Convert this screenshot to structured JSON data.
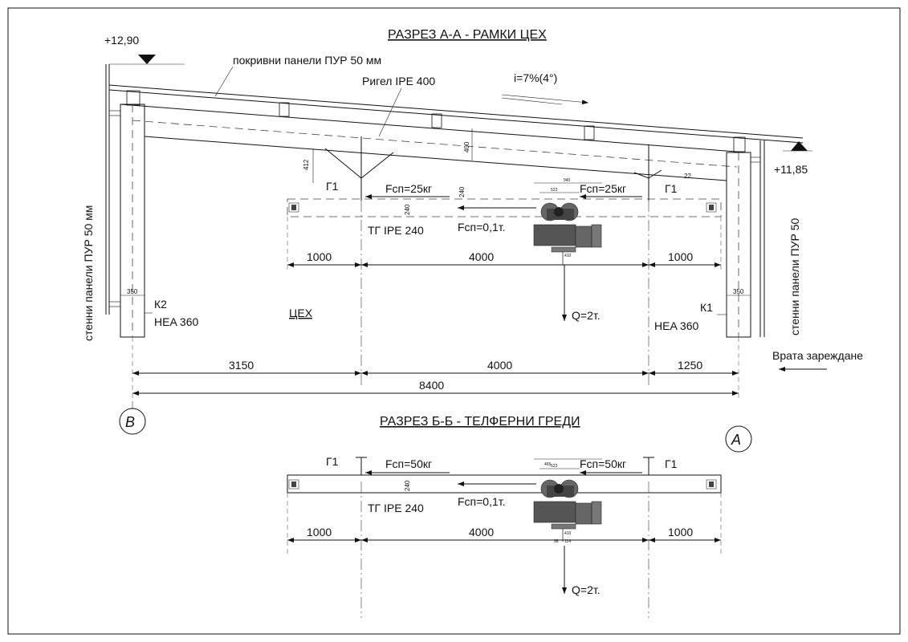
{
  "section_aa": {
    "title": "РАЗРЕЗ А-А  -  РАМКИ ЦЕХ",
    "level_left": "+12,90",
    "level_right": "+11,85",
    "roof_panels": "покривни панели ПУР 50 мм",
    "rafter": "Ригел  IPE 400",
    "slope": "i=7%(4°)",
    "wall_left": "стенни панели ПУР 50 мм",
    "wall_right": "стенни панели ПУР 50",
    "g1_left": "Г1",
    "g1_right": "Г1",
    "force_left": "Fсп=25кг",
    "force_right": "Fсп=25кг",
    "force_trolley": "Fсп=0,1т.",
    "beam": "ТГ IPE 240",
    "load": "Q=2т.",
    "col_left_mark": "К2",
    "col_left_profile": "HEA 360",
    "col_right_mark": "К1",
    "col_right_profile": "HEA 360",
    "hall": "ЦЕХ",
    "dim_beam": [
      "1000",
      "4000",
      "1000"
    ],
    "dim_main": [
      "3150",
      "4000",
      "1250"
    ],
    "dim_total": "8400",
    "gate": "Врата зареждане",
    "axis_left": "В",
    "axis_right": "А",
    "small_dims": {
      "d412": "412",
      "d400": "400",
      "d240a": "240",
      "d240b": "240",
      "d350a": "350",
      "d350b": "350",
      "d22": "22"
    }
  },
  "section_bb": {
    "title": "РАЗРЕЗ Б-Б  -  ТЕЛФЕРНИ ГРЕДИ",
    "g1_left": "Г1",
    "g1_right": "Г1",
    "force_left": "Fсп=50кг",
    "force_right": "Fсп=50кг",
    "force_trolley": "Fсп=0,1т.",
    "beam": "ТГ IPE 240",
    "load": "Q=2т.",
    "dim_beam": [
      "1000",
      "4000",
      "1000"
    ],
    "d240": "240"
  },
  "hoist": {
    "d940": "940",
    "d465": "465",
    "d523": "523",
    "d410": "410",
    "d98": "98",
    "d114": "114"
  }
}
